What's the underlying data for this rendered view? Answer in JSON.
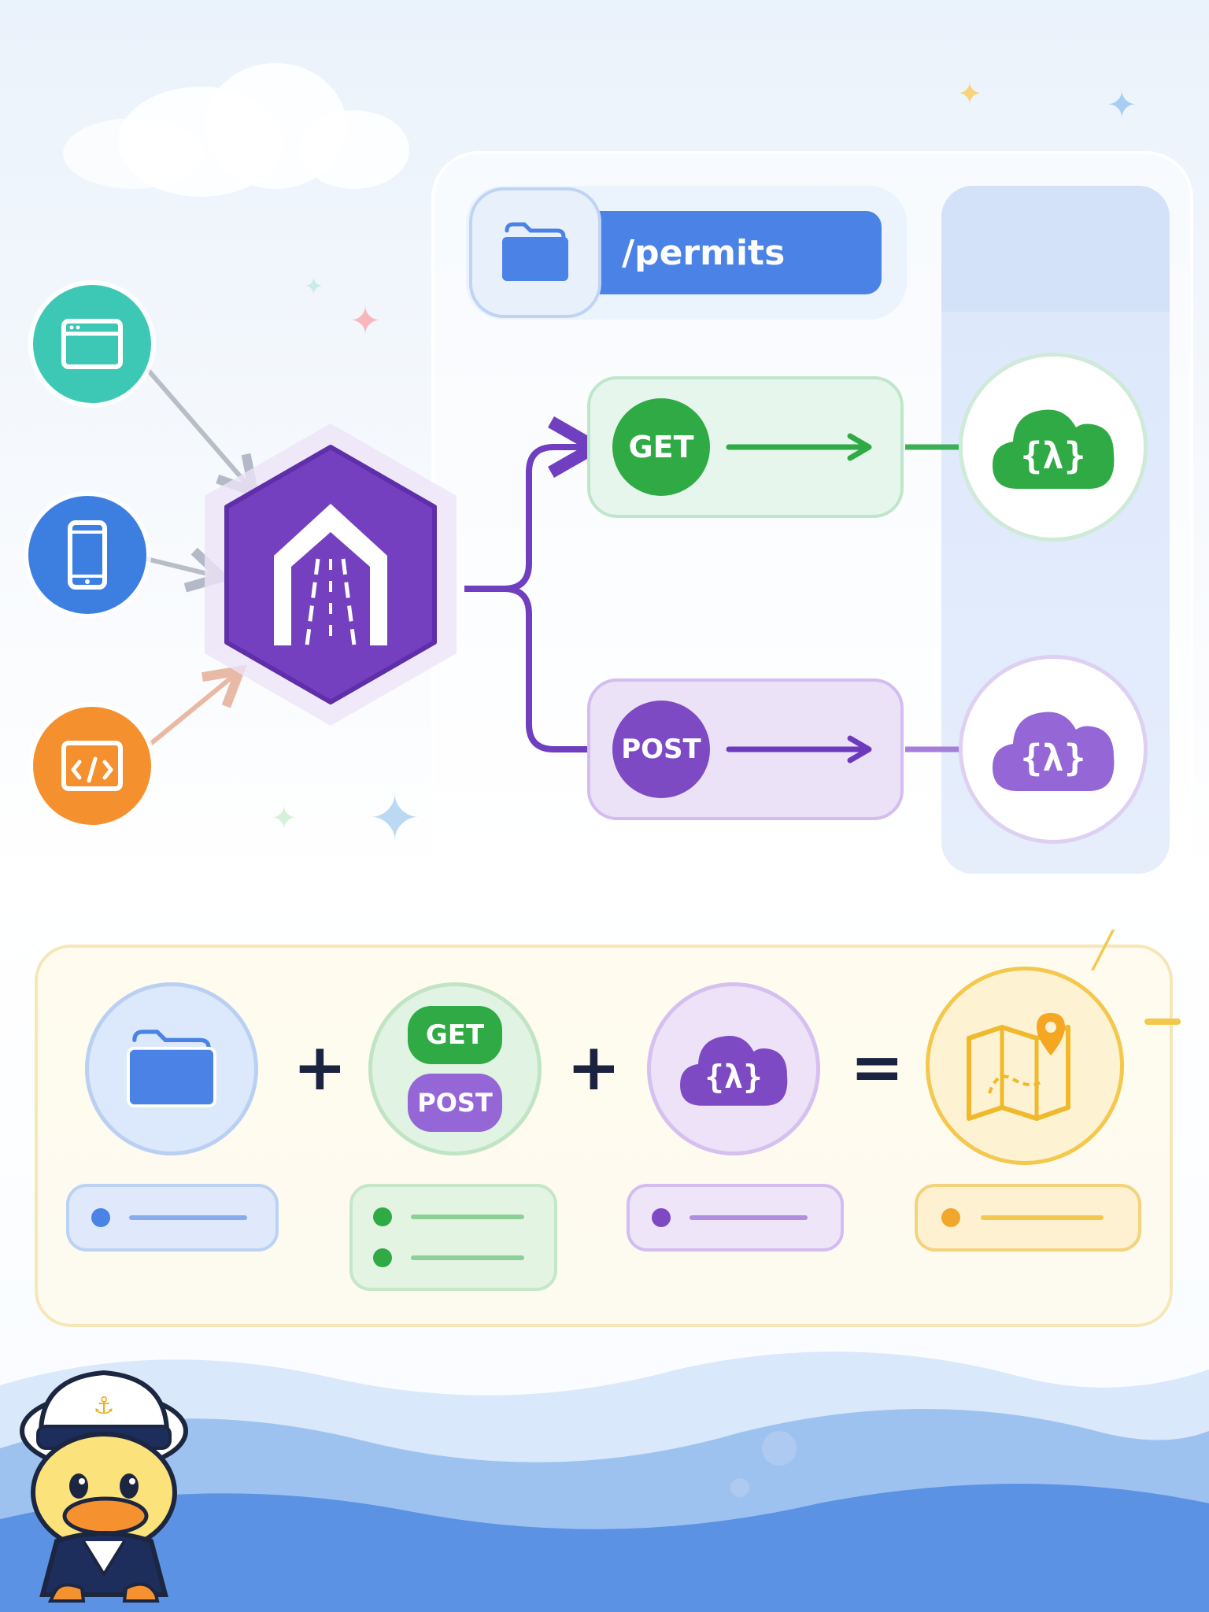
{
  "path": {
    "label": "/permits"
  },
  "routes": {
    "get_label": "GET",
    "post_label": "POST"
  },
  "formula": {
    "get_label": "GET",
    "post_label": "POST",
    "plus": "+",
    "equals": "="
  },
  "colors": {
    "gateway": "#7440bf",
    "get": "#2faa45",
    "post": "#7d4ac4",
    "path": "#4a82e6",
    "map": "#f3be3a",
    "browser_client": "#3cc8b4",
    "mobile_client": "#3d7fe0",
    "code_client": "#f5902e"
  },
  "icons": {
    "browser_client": "browser-window-icon",
    "mobile_client": "mobile-phone-icon",
    "code_client": "code-icon",
    "gateway": "api-gateway-road-icon",
    "folder": "folder-icon",
    "lambda": "lambda-cloud-icon",
    "map": "map-pin-icon",
    "mascot": "sailor-duck-icon"
  }
}
